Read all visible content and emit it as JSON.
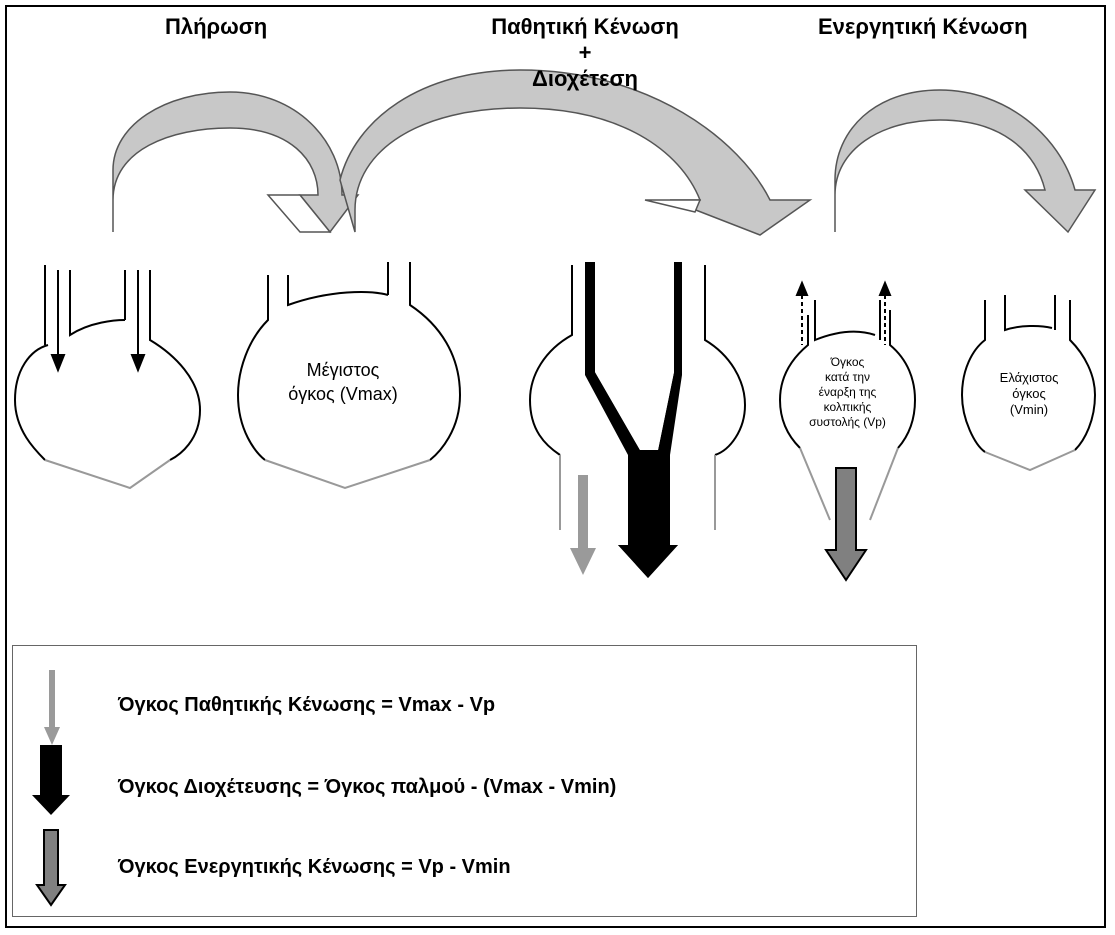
{
  "phases": {
    "filling": "Πλήρωση",
    "passive_line1": "Παθητική Κένωση",
    "passive_plus": "+",
    "passive_line2": "Διοχέτεση",
    "active": "Ενεργητική Κένωση"
  },
  "chambers": {
    "vmax_line1": "Μέγιστος",
    "vmax_line2": "όγκος (Vmax)",
    "vp_line1": "Όγκος",
    "vp_line2": "κατά την",
    "vp_line3": "έναρξη της",
    "vp_line4": "κολπικής",
    "vp_line5": "συστολής (Vp)",
    "vmin_line1": "Ελάχιστος",
    "vmin_line2": "όγκος",
    "vmin_line3": "(Vmin)"
  },
  "legend": {
    "passive": "Όγκος Παθητικής Κένωσης = Vmax - Vp",
    "conduit": "Όγκος Διοχέτευσης = Όγκος παλμού - (Vmax - Vmin)",
    "active": "Όγκος Ενεργητικής Κένωσης = Vp - Vmin"
  },
  "colors": {
    "arc_fill": "#c8c8c8",
    "passive_arrow": "#9a9a9a",
    "conduit_arrow": "#000000",
    "active_arrow": "#808080"
  }
}
